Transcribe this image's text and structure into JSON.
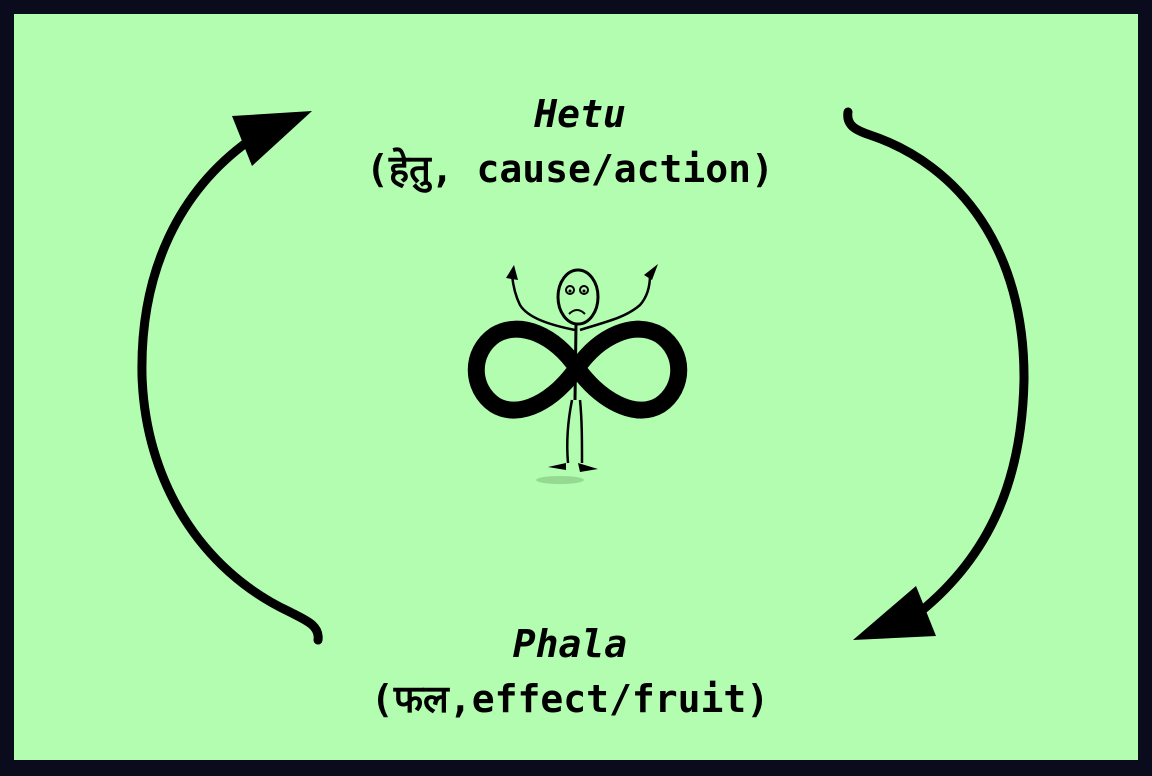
{
  "diagram": {
    "top_node": {
      "title": "Hetu",
      "subtitle": "(हेतु, cause/action)"
    },
    "bottom_node": {
      "title": "Phala",
      "subtitle": "(फल,effect/fruit)"
    },
    "center_figure": "stick-figure-with-infinity-symbol",
    "colors": {
      "background": "#b3fdb0",
      "border": "#0b0b1e",
      "ink": "#000000"
    }
  }
}
